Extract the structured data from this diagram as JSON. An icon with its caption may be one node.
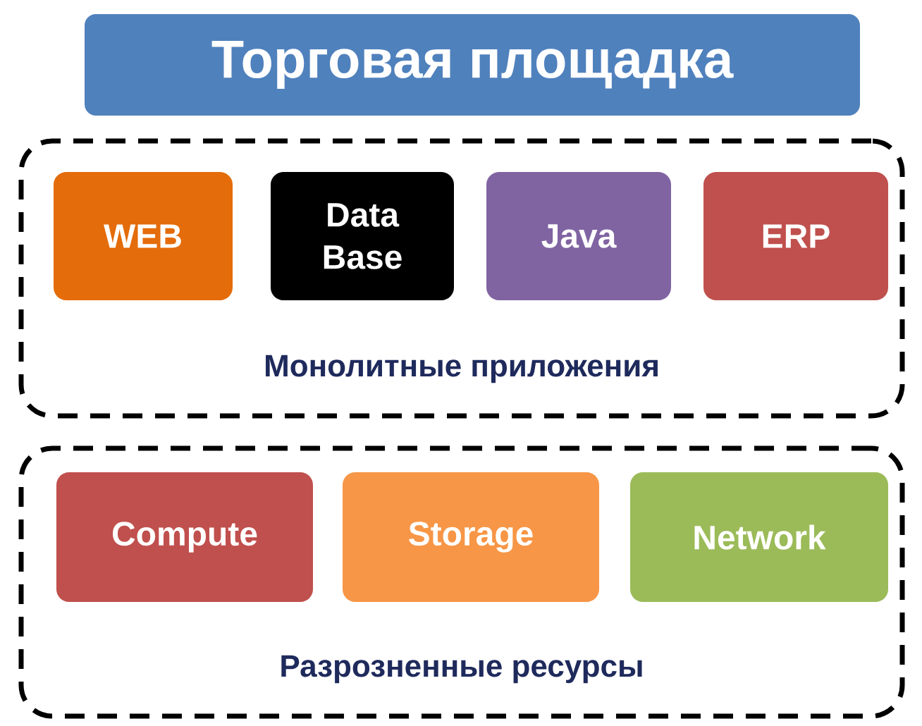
{
  "diagram": {
    "nodes": [
      {
        "text": [
          "Торговая площадка"
        ]
      },
      {
        "text": [
          "Монолитные приложения"
        ]
      },
      {
        "text": [
          "WEB"
        ],
        "in": 1
      },
      {
        "text": [
          "Data Base"
        ],
        "in": 1
      },
      {
        "text": [
          "Java"
        ],
        "in": 1
      },
      {
        "text": [
          "ERP"
        ],
        "in": 1
      },
      {
        "text": [
          "Разрозненные ресурсы"
        ]
      },
      {
        "text": [
          "Compute"
        ],
        "in": 6
      },
      {
        "text": [
          "Storage"
        ],
        "in": 6
      },
      {
        "text": [
          "Network"
        ],
        "in": 6
      }
    ]
  }
}
